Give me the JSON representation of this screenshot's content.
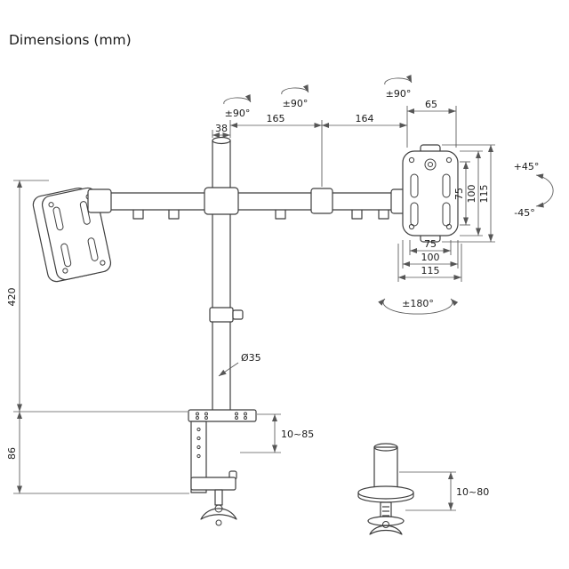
{
  "title": "Dimensions (mm)",
  "dims": {
    "arm_seg_offset": "38",
    "arm_seg_left": "165",
    "arm_seg_right": "164",
    "plate_offset": "65",
    "rotation_left": "±90°",
    "rotation_center": "±90°",
    "rotation_right": "±90°",
    "tilt_up": "+45°",
    "tilt_down": "-45°",
    "vesa_75": "75",
    "vesa_100": "100",
    "vesa_115": "115",
    "swivel": "±180°",
    "pole_height": "420",
    "clamp_body_height": "86",
    "pole_diameter": "Ø35",
    "clamp_range": "10~85",
    "grommet_range": "10~80"
  }
}
